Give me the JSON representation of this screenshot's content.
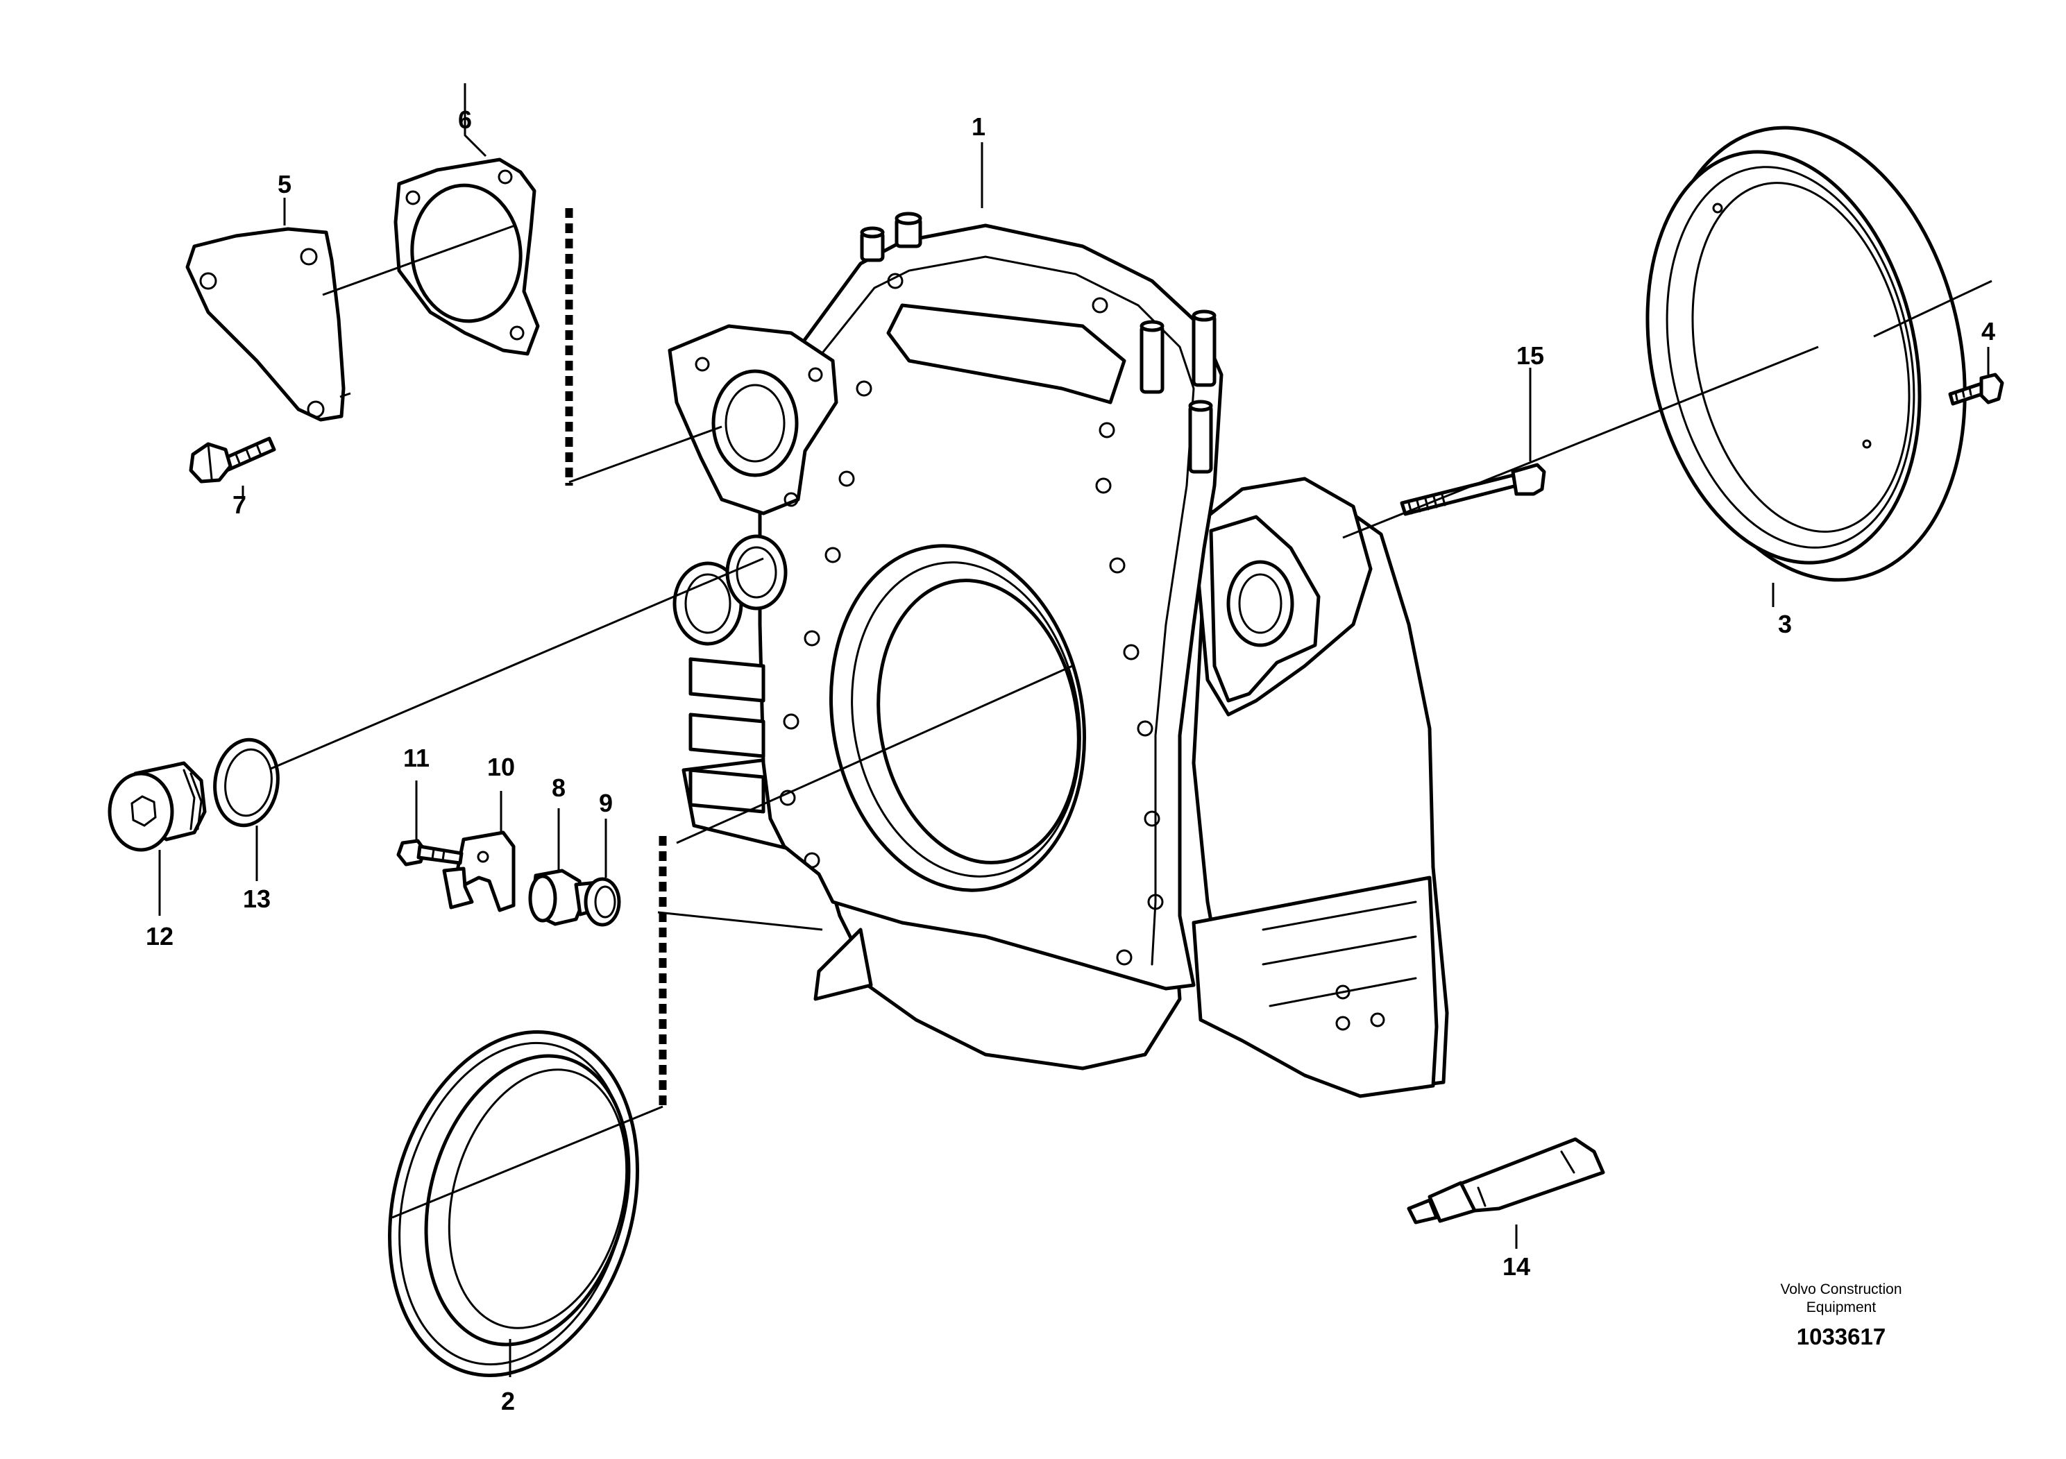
{
  "callouts": {
    "c1": "1",
    "c2": "2",
    "c3": "3",
    "c4": "4",
    "c5": "5",
    "c6": "6",
    "c7": "7",
    "c8": "8",
    "c9": "9",
    "c10": "10",
    "c11": "11",
    "c12": "12",
    "c13": "13",
    "c14": "14",
    "c15": "15"
  },
  "footer": {
    "line1": "Volvo Construction",
    "line2": "Equipment",
    "illustration_number": "1033617"
  },
  "colors": {
    "ink": "#000000",
    "paper": "#ffffff"
  }
}
